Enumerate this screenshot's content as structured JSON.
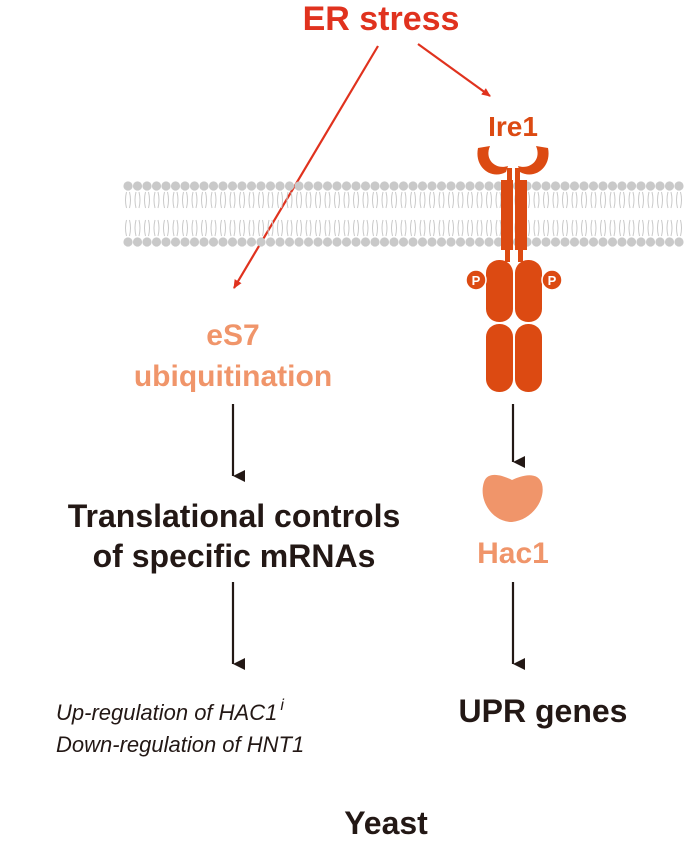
{
  "title": "ER stress",
  "labels": {
    "ire1": "Ire1",
    "es7_line1": "eS7",
    "es7_line2": "ubiquitination",
    "translational_line1": "Translational controls",
    "translational_line2": "of specific mRNAs",
    "hac1": "Hac1",
    "phospho_left": "P",
    "phospho_right": "P",
    "upregulation_text": "Up-regulation of HAC1",
    "upregulation_superscript": "i",
    "downregulation": "Down-regulation of HNT1",
    "upr_genes": "UPR genes",
    "organism": "Yeast"
  },
  "colors": {
    "stress_red": "#e0321e",
    "protein_orange": "#dc4a12",
    "light_orange": "#f0956a",
    "text_dark": "#231815",
    "membrane_gray": "#c9c9c9"
  }
}
